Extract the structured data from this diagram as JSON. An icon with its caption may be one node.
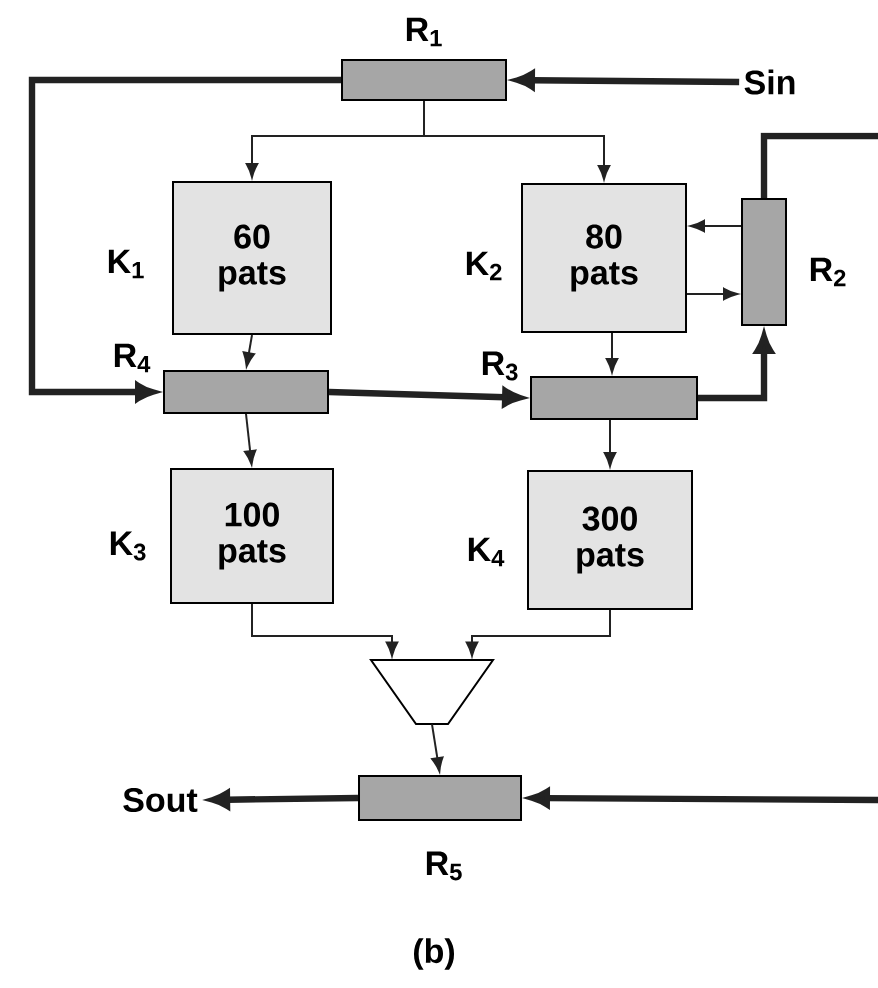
{
  "diagram": {
    "caption": "(b)",
    "nodes": [
      {
        "text": [
          "R$_{1}$"
        ]
      },
      {
        "text": [
          "Sin"
        ]
      },
      {
        "text": [
          "60 pats"
        ],
        "beside": [
          "K$_{1}$"
        ]
      },
      {
        "text": [
          "80 pats"
        ],
        "beside": [
          "K$_{2}$"
        ]
      },
      {
        "text": [
          "R$_{2}$"
        ]
      },
      {
        "text": [
          "R$_{4}$"
        ]
      },
      {
        "text": [
          "R$_{3}$"
        ]
      },
      {
        "text": [
          "100 pats"
        ],
        "beside": [
          "K$_{3}$"
        ]
      },
      {
        "text": [
          "300 pats"
        ],
        "beside": [
          "K$_{4}$"
        ]
      },
      {
        "text": [],
        "shape": "trapezoid"
      },
      {
        "text": [
          "R$_{5}$"
        ]
      },
      {
        "text": [
          "Sout"
        ]
      }
    ],
    "edges": [
      {
        "from": 1,
        "to": 0,
        "arrow": "to",
        "style": "thick"
      },
      {
        "from": 0,
        "to": 2,
        "arrow": "to"
      },
      {
        "from": 0,
        "to": 3,
        "arrow": "to"
      },
      {
        "from": 0,
        "to": 5,
        "arrow": "to",
        "style": "thick"
      },
      {
        "from": 2,
        "to": 5,
        "arrow": "to"
      },
      {
        "from": 3,
        "to": 6,
        "arrow": "to"
      },
      {
        "from": 4,
        "to": 3,
        "arrow": "to"
      },
      {
        "from": 3,
        "to": 4,
        "arrow": "to"
      },
      {
        "from": 5,
        "to": 6,
        "arrow": "to",
        "style": "thick"
      },
      {
        "from": 6,
        "to": 4,
        "arrow": "to",
        "style": "thick"
      },
      {
        "from": 4,
        "to": null,
        "arrow": "none",
        "style": "thick"
      },
      {
        "from": null,
        "to": 10,
        "arrow": "to",
        "style": "thick"
      },
      {
        "from": 5,
        "to": 7,
        "arrow": "to"
      },
      {
        "from": 6,
        "to": 8,
        "arrow": "to"
      },
      {
        "from": 7,
        "to": 9,
        "arrow": "to"
      },
      {
        "from": 8,
        "to": 9,
        "arrow": "to"
      },
      {
        "from": 9,
        "to": 10,
        "arrow": "to"
      },
      {
        "from": 10,
        "to": 11,
        "arrow": "to",
        "style": "thick"
      }
    ]
  }
}
